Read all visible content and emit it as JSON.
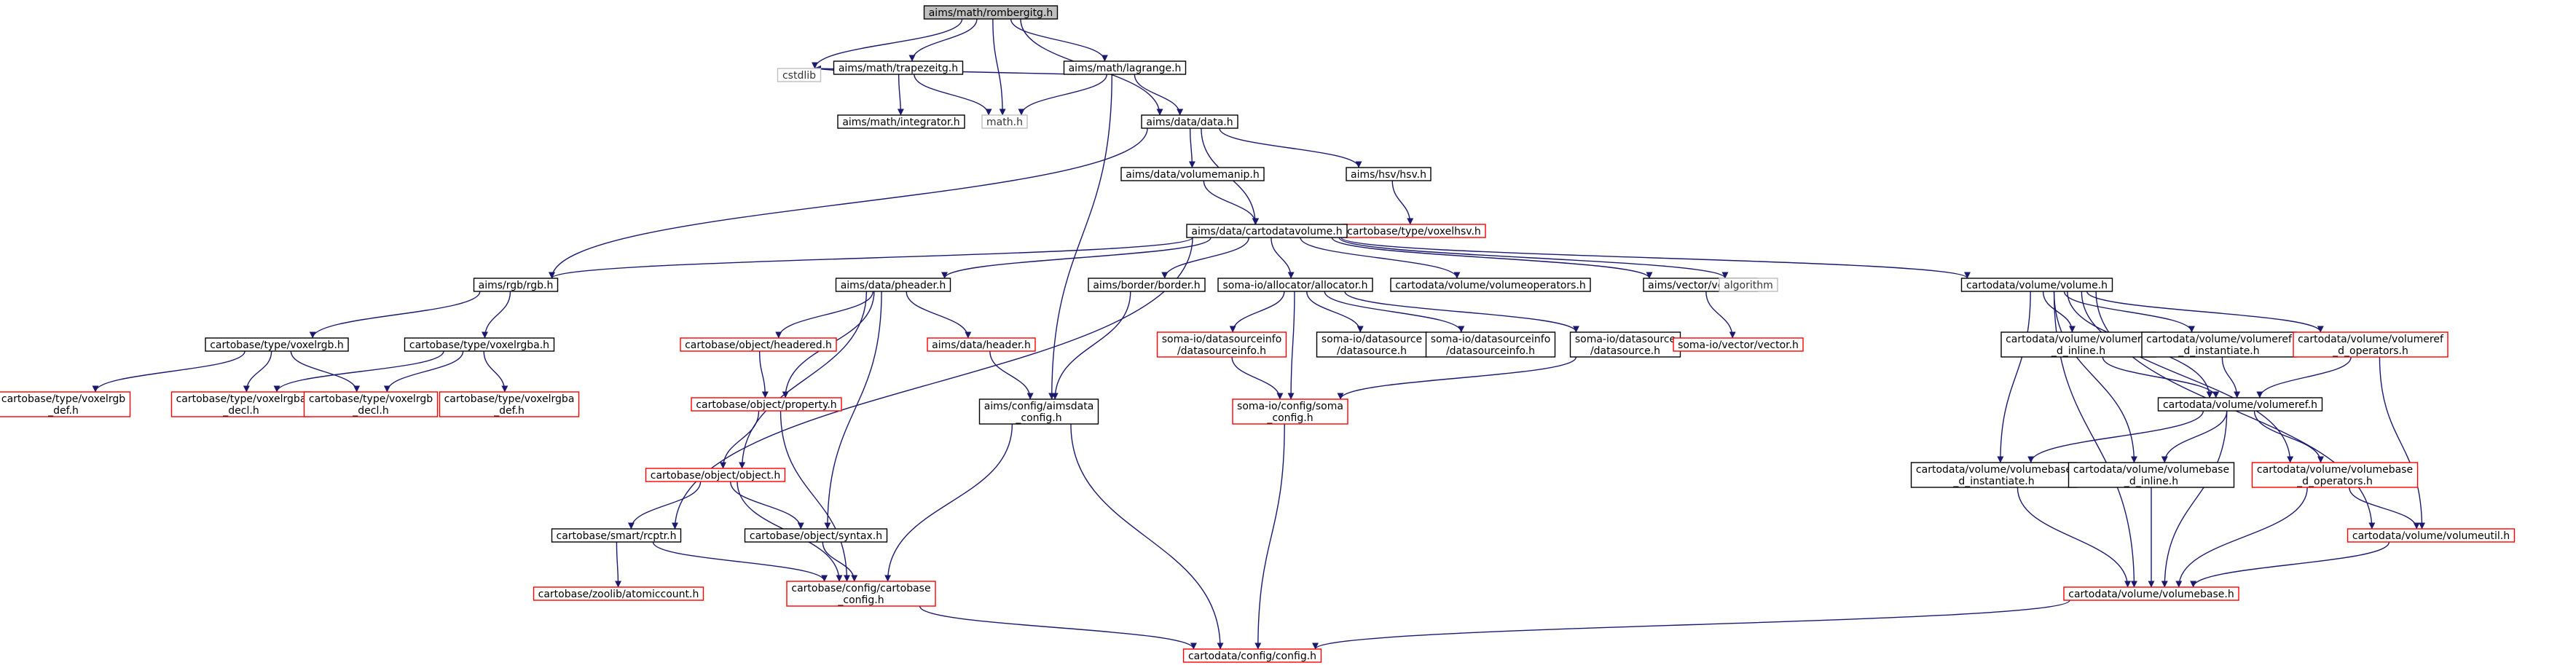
{
  "colors": {
    "edge": "#191970",
    "root_fill": "#bfbfbf",
    "normal_border": "#000000",
    "truncated_border": "#ff0000",
    "external_border": "#bfbfbf",
    "external_text": "#333333"
  },
  "nodes": [
    {
      "id": "n1",
      "label": "aims/math/rombergitg.h",
      "style": "root"
    },
    {
      "id": "n2",
      "label": "aims/math/trapezeitg.h",
      "style": "normal"
    },
    {
      "id": "n3",
      "label": "aims/math/lagrange.h",
      "style": "normal"
    },
    {
      "id": "n4",
      "label": "cstdlib",
      "style": "external"
    },
    {
      "id": "n5",
      "label": "aims/math/integrator.h",
      "style": "normal"
    },
    {
      "id": "n6",
      "label": "math.h",
      "style": "external"
    },
    {
      "id": "n7",
      "label": "aims/data/data.h",
      "style": "normal"
    },
    {
      "id": "n8",
      "label": "aims/data/volumemanip.h",
      "style": "normal"
    },
    {
      "id": "n9",
      "label": "aims/hsv/hsv.h",
      "style": "normal"
    },
    {
      "id": "n10",
      "label": "cartobase/type/voxelhsv.h",
      "style": "truncated"
    },
    {
      "id": "n11",
      "label": "aims/data/cartodatavolume.h",
      "style": "normal"
    },
    {
      "id": "n12",
      "label": "aims/rgb/rgb.h",
      "style": "normal"
    },
    {
      "id": "n13",
      "label": "aims/data/pheader.h",
      "style": "normal"
    },
    {
      "id": "n14",
      "label": "aims/border/border.h",
      "style": "normal"
    },
    {
      "id": "n15",
      "label": "soma-io/allocator/allocator.h",
      "style": "normal"
    },
    {
      "id": "n16",
      "label": "cartodata/volume/volumeoperators.h",
      "style": "normal"
    },
    {
      "id": "n17",
      "label": "aims/vector/vector.h",
      "style": "normal"
    },
    {
      "id": "n18",
      "label": "algorithm",
      "style": "external"
    },
    {
      "id": "n19",
      "label": "cartodata/volume/volume.h",
      "style": "normal"
    },
    {
      "id": "n20",
      "label": "cartobase/type/voxelrgb.h",
      "style": "normal"
    },
    {
      "id": "n21",
      "label": "cartobase/type/voxelrgba.h",
      "style": "normal"
    },
    {
      "id": "n22",
      "label": "cartobase/type/voxelrgb\n_def.h",
      "style": "truncated"
    },
    {
      "id": "n23",
      "label": "cartobase/type/voxelrgba\n_decl.h",
      "style": "truncated"
    },
    {
      "id": "n24",
      "label": "cartobase/type/voxelrgb\n_decl.h",
      "style": "truncated"
    },
    {
      "id": "n25",
      "label": "cartobase/type/voxelrgba\n_def.h",
      "style": "truncated"
    },
    {
      "id": "n26",
      "label": "cartobase/object/headered.h",
      "style": "truncated"
    },
    {
      "id": "n27",
      "label": "aims/data/header.h",
      "style": "truncated"
    },
    {
      "id": "n28",
      "label": "cartobase/object/property.h",
      "style": "truncated"
    },
    {
      "id": "n29",
      "label": "cartobase/object/object.h",
      "style": "truncated"
    },
    {
      "id": "n30",
      "label": "cartobase/object/syntax.h",
      "style": "normal"
    },
    {
      "id": "n31",
      "label": "cartobase/smart/rcptr.h",
      "style": "normal"
    },
    {
      "id": "n32",
      "label": "cartobase/zoolib/atomiccount.h",
      "style": "truncated"
    },
    {
      "id": "n33",
      "label": "cartobase/config/cartobase\n_config.h",
      "style": "truncated"
    },
    {
      "id": "n34",
      "label": "aims/config/aimsdata\n_config.h",
      "style": "normal"
    },
    {
      "id": "n35",
      "label": "cartodata/config/config.h",
      "style": "truncated"
    },
    {
      "id": "n36",
      "label": "soma-io/datasourceinfo\n/datasourceinfo.h",
      "style": "truncated"
    },
    {
      "id": "n37",
      "label": "soma-io/datasource\n/datasource.h",
      "style": "normal"
    },
    {
      "id": "n38",
      "label": "soma-io/datasourceinfo\n/datasourceinfo.h",
      "style": "normal"
    },
    {
      "id": "n39",
      "label": "soma-io/datasource\n/datasource.h",
      "style": "normal"
    },
    {
      "id": "n40",
      "label": "soma-io/config/soma\n_config.h",
      "style": "truncated"
    },
    {
      "id": "n41",
      "label": "soma-io/vector/vector.h",
      "style": "truncated"
    },
    {
      "id": "n42",
      "label": "cartodata/volume/volumeref\n_d_inline.h",
      "style": "normal"
    },
    {
      "id": "n43",
      "label": "cartodata/volume/volumeref\n_d_instantiate.h",
      "style": "normal"
    },
    {
      "id": "n44",
      "label": "cartodata/volume/volumeref\n_d_operators.h",
      "style": "truncated"
    },
    {
      "id": "n45",
      "label": "cartodata/volume/volumeref.h",
      "style": "normal"
    },
    {
      "id": "n46",
      "label": "cartodata/volume/volumebase\n_d_instantiate.h",
      "style": "normal"
    },
    {
      "id": "n47",
      "label": "cartodata/volume/volumebase\n_d_inline.h",
      "style": "normal"
    },
    {
      "id": "n48",
      "label": "cartodata/volume/volumebase\n_d_operators.h",
      "style": "truncated"
    },
    {
      "id": "n49",
      "label": "cartodata/volume/volumeutil.h",
      "style": "truncated"
    },
    {
      "id": "n50",
      "label": "cartodata/volume/volumebase.h",
      "style": "truncated"
    }
  ],
  "edges": [
    [
      "n1",
      "n2"
    ],
    [
      "n1",
      "n3"
    ],
    [
      "n1",
      "n4"
    ],
    [
      "n1",
      "n6"
    ],
    [
      "n1",
      "n7"
    ],
    [
      "n2",
      "n4"
    ],
    [
      "n2",
      "n5"
    ],
    [
      "n2",
      "n6"
    ],
    [
      "n3",
      "n4"
    ],
    [
      "n3",
      "n6"
    ],
    [
      "n3",
      "n7"
    ],
    [
      "n3",
      "n34"
    ],
    [
      "n7",
      "n8"
    ],
    [
      "n7",
      "n11"
    ],
    [
      "n7",
      "n9"
    ],
    [
      "n7",
      "n12"
    ],
    [
      "n8",
      "n11"
    ],
    [
      "n9",
      "n10"
    ],
    [
      "n11",
      "n12"
    ],
    [
      "n11",
      "n13"
    ],
    [
      "n11",
      "n14"
    ],
    [
      "n11",
      "n15"
    ],
    [
      "n11",
      "n16"
    ],
    [
      "n11",
      "n17"
    ],
    [
      "n11",
      "n18"
    ],
    [
      "n11",
      "n19"
    ],
    [
      "n11",
      "n31"
    ],
    [
      "n12",
      "n20"
    ],
    [
      "n12",
      "n21"
    ],
    [
      "n20",
      "n22"
    ],
    [
      "n20",
      "n23"
    ],
    [
      "n20",
      "n24"
    ],
    [
      "n21",
      "n23"
    ],
    [
      "n21",
      "n24"
    ],
    [
      "n21",
      "n25"
    ],
    [
      "n13",
      "n26"
    ],
    [
      "n13",
      "n27"
    ],
    [
      "n13",
      "n28"
    ],
    [
      "n13",
      "n29"
    ],
    [
      "n13",
      "n30"
    ],
    [
      "n26",
      "n28"
    ],
    [
      "n27",
      "n34"
    ],
    [
      "n28",
      "n29"
    ],
    [
      "n28",
      "n33"
    ],
    [
      "n29",
      "n30"
    ],
    [
      "n29",
      "n31"
    ],
    [
      "n29",
      "n33"
    ],
    [
      "n30",
      "n33"
    ],
    [
      "n31",
      "n32"
    ],
    [
      "n31",
      "n33"
    ],
    [
      "n14",
      "n34"
    ],
    [
      "n34",
      "n33"
    ],
    [
      "n34",
      "n35"
    ],
    [
      "n33",
      "n35"
    ],
    [
      "n15",
      "n36"
    ],
    [
      "n15",
      "n37"
    ],
    [
      "n15",
      "n38"
    ],
    [
      "n15",
      "n39"
    ],
    [
      "n15",
      "n40"
    ],
    [
      "n36",
      "n40"
    ],
    [
      "n39",
      "n40"
    ],
    [
      "n40",
      "n35"
    ],
    [
      "n17",
      "n41"
    ],
    [
      "n19",
      "n42"
    ],
    [
      "n19",
      "n43"
    ],
    [
      "n19",
      "n44"
    ],
    [
      "n19",
      "n45"
    ],
    [
      "n19",
      "n46"
    ],
    [
      "n19",
      "n47"
    ],
    [
      "n19",
      "n48"
    ],
    [
      "n19",
      "n49"
    ],
    [
      "n19",
      "n50"
    ],
    [
      "n42",
      "n45"
    ],
    [
      "n43",
      "n45"
    ],
    [
      "n44",
      "n45"
    ],
    [
      "n44",
      "n49"
    ],
    [
      "n45",
      "n46"
    ],
    [
      "n45",
      "n47"
    ],
    [
      "n45",
      "n48"
    ],
    [
      "n45",
      "n50"
    ],
    [
      "n46",
      "n50"
    ],
    [
      "n47",
      "n50"
    ],
    [
      "n48",
      "n49"
    ],
    [
      "n48",
      "n50"
    ],
    [
      "n49",
      "n50"
    ],
    [
      "n50",
      "n35"
    ]
  ]
}
